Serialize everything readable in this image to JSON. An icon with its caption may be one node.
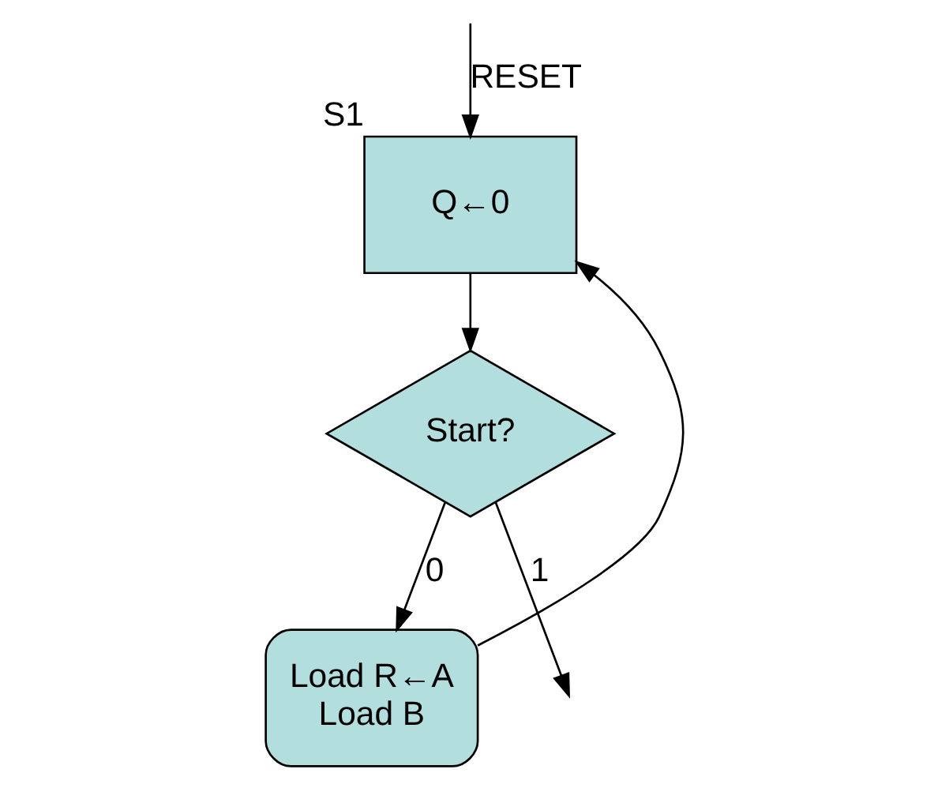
{
  "diagram": {
    "nodes": [
      {
        "text": [
          "Q←0"
        ],
        "beside": [
          "S1"
        ]
      },
      {
        "text": [
          "Start?"
        ]
      },
      {
        "text": [
          "Load R←A",
          "Load B"
        ]
      }
    ],
    "edges": [
      {
        "from": null,
        "to": 0,
        "arrow": "to",
        "label": "RESET"
      },
      {
        "from": 2,
        "to": 0,
        "arrow": "to"
      },
      {
        "from": 0,
        "to": 1,
        "arrow": "to"
      },
      {
        "from": 1,
        "to": 2,
        "arrow": "to",
        "label": "0"
      },
      {
        "from": 1,
        "to": null,
        "arrow": "to",
        "label": "1"
      }
    ]
  }
}
